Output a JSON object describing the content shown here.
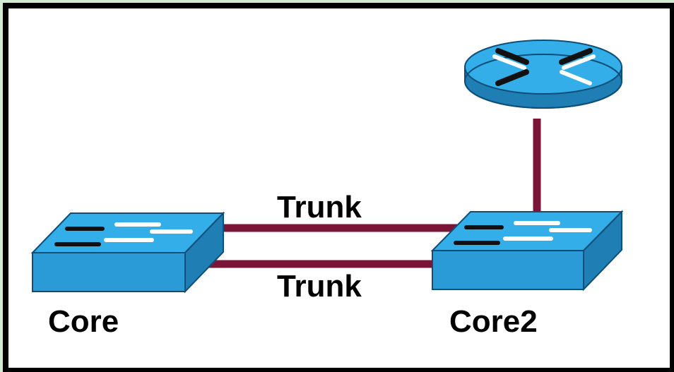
{
  "colors": {
    "outer_background": "#d3ead3",
    "canvas_background": "#ffffff",
    "canvas_border": "#000000",
    "link_color": "#7a1538",
    "device_top": "#33aee8",
    "device_side": "#1f7fb5",
    "device_front": "#2a9bd6",
    "arrow_black": "#111111",
    "arrow_white": "#ffffff"
  },
  "links": [
    {
      "name": "trunk-link-1",
      "label": "Trunk"
    },
    {
      "name": "trunk-link-2",
      "label": "Trunk"
    },
    {
      "name": "router-uplink",
      "label": ""
    }
  ],
  "devices": {
    "core": {
      "label": "Core",
      "icon": "switch-icon"
    },
    "core2": {
      "label": "Core2",
      "icon": "switch-icon"
    },
    "router": {
      "label": "",
      "icon": "router-icon"
    }
  }
}
